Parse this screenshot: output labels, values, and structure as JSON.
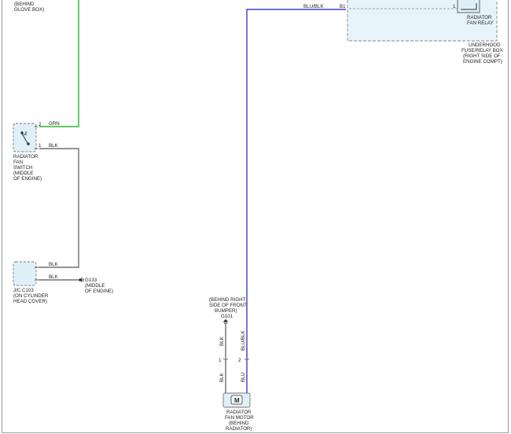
{
  "top_left_note": [
    "(BEHIND",
    "GLOVE BOX)"
  ],
  "relay": {
    "label": [
      "RADIATOR",
      "FAN RELAY"
    ],
    "pin": "1"
  },
  "fuse_box": {
    "label": [
      "UNDERHOOD",
      "FUSE/RELAY BOX",
      "(RIGHT SIDE OF",
      "ENGINE COMPT)"
    ],
    "pin": "B1"
  },
  "switch": {
    "label": [
      "RADIATOR",
      "FAN",
      "SWITCH",
      "(MIDDLE",
      "OF ENGINE)"
    ],
    "pin_top": "2",
    "pin_bottom": "1"
  },
  "joint_connector": {
    "label": [
      "J/C C103",
      "(ON CYLINDER",
      "HEAD COVER)"
    ]
  },
  "ground_g133": {
    "label": [
      "G133",
      "(MIDDLE",
      "OF ENGINE)"
    ]
  },
  "ground_g101": {
    "label": [
      "(BEHIND RIGHT",
      "SIDE OF FRONT",
      "BUMPER)",
      "G101"
    ]
  },
  "motor": {
    "symbol": "M",
    "label": [
      "RADIATOR",
      "FAN MOTOR",
      "(BEHIND",
      "RADIATOR)"
    ],
    "pin_left": "1",
    "pin_right": "2"
  },
  "wires": {
    "grn": "GRN",
    "blk_switch": "BLK",
    "blk_jc_top": "BLK",
    "blk_jc_bottom": "BLK",
    "blu_blk_top": "BLU/BLK",
    "blk_vertical_upper": "BLK",
    "blk_vertical_lower": "BLK",
    "blu_blk_vertical": "BLU/BLK",
    "blu_vertical_lower": "BLU"
  },
  "colors": {
    "green_wire": "#2bb52b",
    "blue_wire": "#3a3ad6",
    "black_wire": "#555555",
    "component_fill": "#dff0f8",
    "component_border": "#777777"
  }
}
